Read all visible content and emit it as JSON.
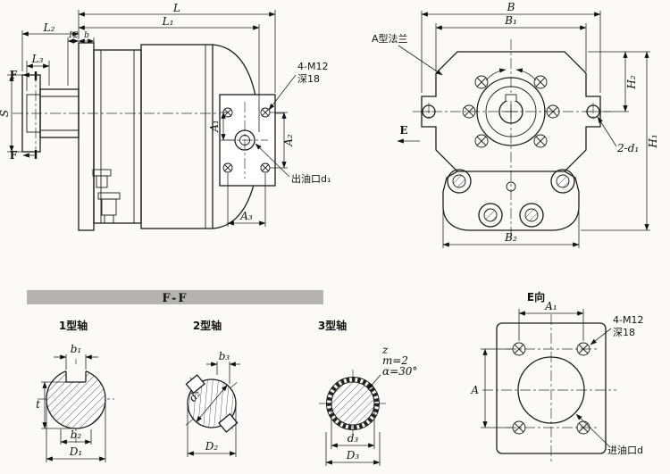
{
  "side_view": {
    "dim_L": "L",
    "dim_L1": "L₁",
    "dim_L2": "L₂",
    "dim_L3": "L₃",
    "dim_12": "12",
    "dim_b": "b",
    "dim_S": "S",
    "section_mark": "F",
    "dim_A1": "A₁",
    "dim_A2": "A₂",
    "dim_A3": "A₃",
    "bolt_note_1": "4-M12",
    "bolt_note_2": "深18",
    "outlet_label": "出油口d₁"
  },
  "front_view": {
    "flange_label": "A型法兰",
    "dim_B": "B",
    "dim_B1": "B₁",
    "dim_B2": "B₂",
    "dim_H1": "H₁",
    "dim_H2": "H₂",
    "holes_label": "2-d₁",
    "view_mark": "E"
  },
  "section_ff": {
    "header": "F-F",
    "shaft1": {
      "title": "1型轴",
      "dim_b1": "b₁",
      "dim_t": "t",
      "dim_b2": "b₂",
      "dim_D1": "D₁"
    },
    "shaft2": {
      "title": "2型轴",
      "dim_b3": "b₃",
      "dim_d2": "d₂",
      "dim_D2": "D₂"
    },
    "shaft3": {
      "title": "3型轴",
      "note_z": "z",
      "note_m": "m=2",
      "note_a": "α=30°",
      "dim_d3": "d₃",
      "dim_D3": "D₃"
    }
  },
  "e_view": {
    "title": "E向",
    "dim_A1": "A₁",
    "dim_A": "A",
    "bolt_note_1": "4-M12",
    "bolt_note_2": "深18",
    "inlet_label": "进油口d"
  }
}
